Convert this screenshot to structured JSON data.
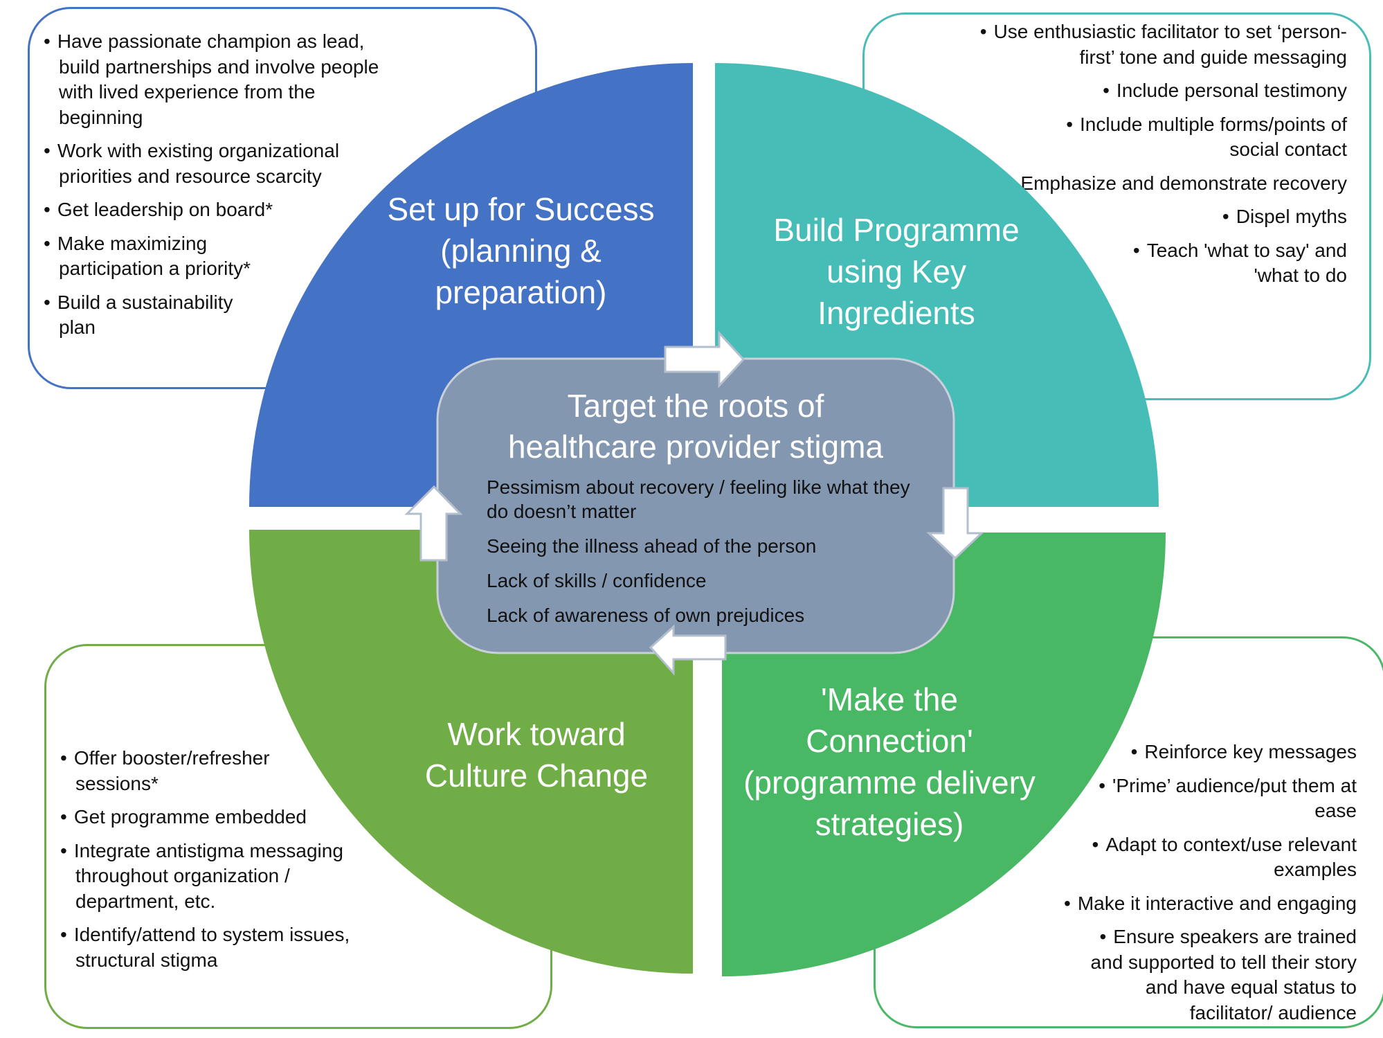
{
  "colors": {
    "quadrant_top_left": "#4472C4",
    "quadrant_top_right": "#47BDB8",
    "quadrant_bottom_left": "#70AD47",
    "quadrant_bottom_right": "#48B865",
    "center_box": "#8497B0",
    "center_box_border": "#C9D0DA",
    "arrow_fill": "#FFFFFF",
    "arrow_border": "#B4BFCE"
  },
  "center": {
    "title_line1": "Target the roots of",
    "title_line2": "healthcare provider stigma",
    "items": [
      "Pessimism about recovery / feeling like what they do doesn’t matter",
      "Seeing the illness ahead of the person",
      "Lack of skills / confidence",
      "Lack of awareness of own prejudices"
    ]
  },
  "quadrants": {
    "top_left": {
      "title": [
        "Set up for Success",
        "(planning &",
        "preparation)"
      ]
    },
    "top_right": {
      "title": [
        "Build Programme",
        "using Key",
        "Ingredients"
      ]
    },
    "bottom_left": {
      "title": [
        "Work toward",
        "Culture Change"
      ]
    },
    "bottom_right": {
      "title": [
        "'Make the",
        "Connection'",
        "(programme delivery",
        "strategies)"
      ]
    }
  },
  "boxes": {
    "top_left": {
      "items": [
        "Have passionate champion as lead, build partnerships and involve people with lived experience from the beginning",
        "Work with existing organizational priorities and resource scarcity",
        "Get leadership on board*",
        "Make maximizing participation a priority*",
        "Build a sustainability plan"
      ]
    },
    "top_right": {
      "items": [
        "Use enthusiastic facilitator to set ‘person-first’ tone and guide messaging",
        "Include personal testimony",
        "Include multiple forms/points of social contact",
        "Emphasize  and demonstrate recovery",
        "Dispel myths",
        "Teach 'what to say' and 'what to do"
      ]
    },
    "bottom_left": {
      "items": [
        "Offer booster/refresher sessions*",
        "Get programme embedded",
        "Integrate antistigma messaging throughout organization / department, etc.",
        "Identify/attend to system issues, structural stigma"
      ]
    },
    "bottom_right": {
      "items": [
        "Reinforce key messages",
        "'Prime’ audience/put them at ease",
        "Adapt to context/use relevant examples",
        "Make it interactive and engaging",
        "Ensure speakers are trained and supported to tell their story and have equal status to facilitator/ audience"
      ]
    }
  }
}
